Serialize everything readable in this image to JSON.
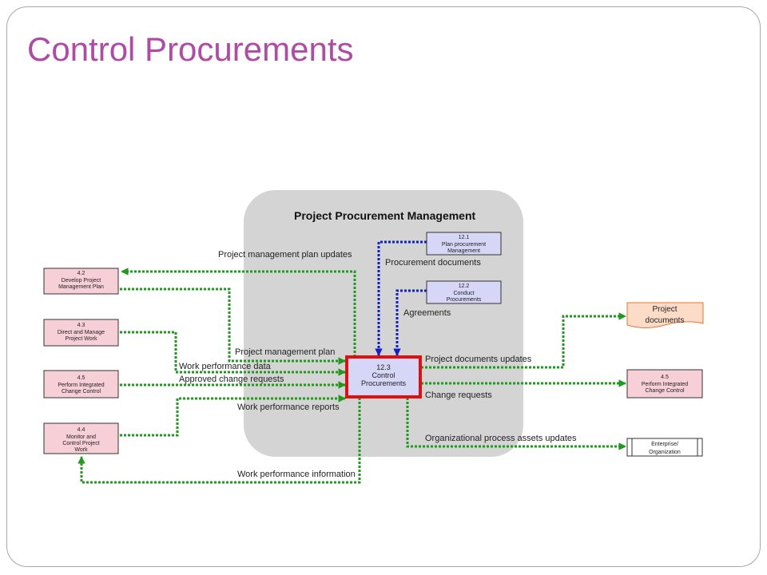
{
  "slide_title": "Control Procurements",
  "pane_title": "Project Procurement Management",
  "colors": {
    "title": "#b04aa6",
    "pane": "#d4d4d4",
    "input_box": "#f7cfd6",
    "procurement_box": "#d6d6f6",
    "focus_border": "#e01010",
    "green_flow": "#1f9a1f",
    "blue_flow": "#1020c8",
    "doc_fill": "#fcdcc6",
    "doc_border": "#e8743a"
  },
  "processes": {
    "p42": [
      "4.2",
      "Develop Project",
      "Management Plan"
    ],
    "p43": [
      "4.3",
      "Direct and Manage",
      "Project Work"
    ],
    "p45_left": [
      "4.5",
      "Perform Integrated",
      "Change Control"
    ],
    "p44": [
      "4.4",
      "Monitor and",
      "Control Project",
      "Work"
    ],
    "p121": [
      "12.1",
      "Plan procurement",
      "Management"
    ],
    "p122": [
      "12.2",
      "Conduct",
      "Procurements"
    ],
    "p123": [
      "12.3",
      "Control",
      "Procurements"
    ],
    "p45_right": [
      "4.5",
      "Perform Integrated",
      "Change Control"
    ]
  },
  "stores": {
    "project_documents": [
      "Project",
      "documents"
    ],
    "enterprise": [
      "Enterprise/",
      "Organization"
    ]
  },
  "flows": {
    "pm_plan_updates": "Project management plan updates",
    "procurement_documents": "Procurement documents",
    "agreements": "Agreements",
    "pm_plan": "Project management plan",
    "work_performance_data": "Work performance data",
    "approved_change_requests": "Approved change requests",
    "work_performance_reports": "Work performance reports",
    "work_performance_information": "Work performance information",
    "project_documents_updates": "Project documents updates",
    "change_requests": "Change requests",
    "opa_updates": "Organizational process assets updates"
  }
}
